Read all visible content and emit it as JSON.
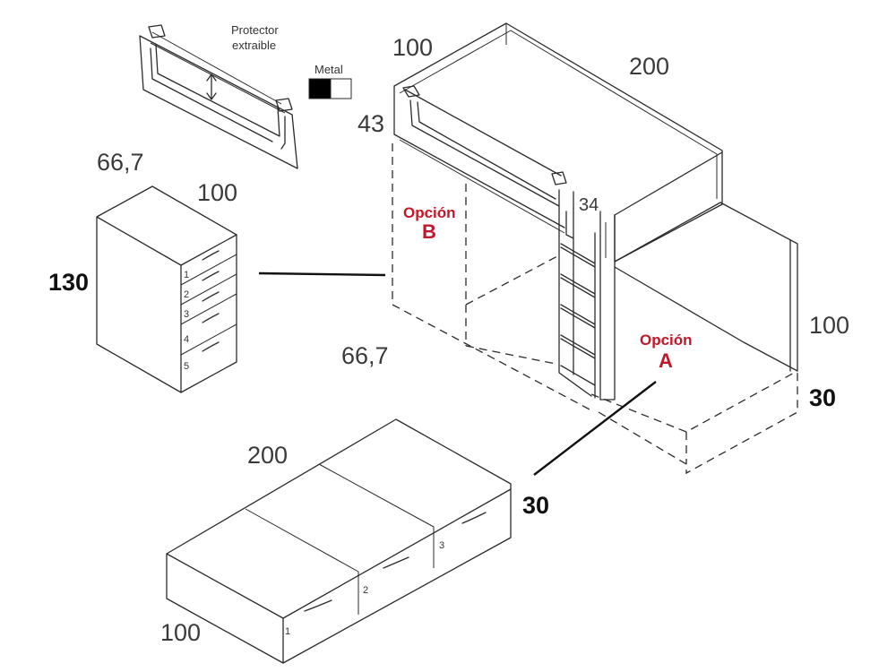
{
  "protector": {
    "line1": "Protector",
    "line2": "extraible"
  },
  "metal": {
    "label": "Metal",
    "swatch_dark": "#000000",
    "swatch_light": "#ffffff"
  },
  "accent_color": "#c0182a",
  "bed": {
    "depth": "100",
    "length": "200",
    "height_top": "43",
    "ladder_offset": "34"
  },
  "right_unit": {
    "height": "100",
    "base_height": "30"
  },
  "option_b": {
    "title": "Opción",
    "letter": "B"
  },
  "option_a": {
    "title": "Opción",
    "letter": "A"
  },
  "chest": {
    "width": "66,7",
    "depth": "100",
    "height": "130",
    "drawer_numbers": [
      "1",
      "2",
      "3",
      "4",
      "5"
    ]
  },
  "lower_width": "66,7",
  "trundle": {
    "length": "200",
    "height": "30",
    "depth": "100",
    "drawer_numbers": [
      "1",
      "2",
      "3"
    ]
  }
}
